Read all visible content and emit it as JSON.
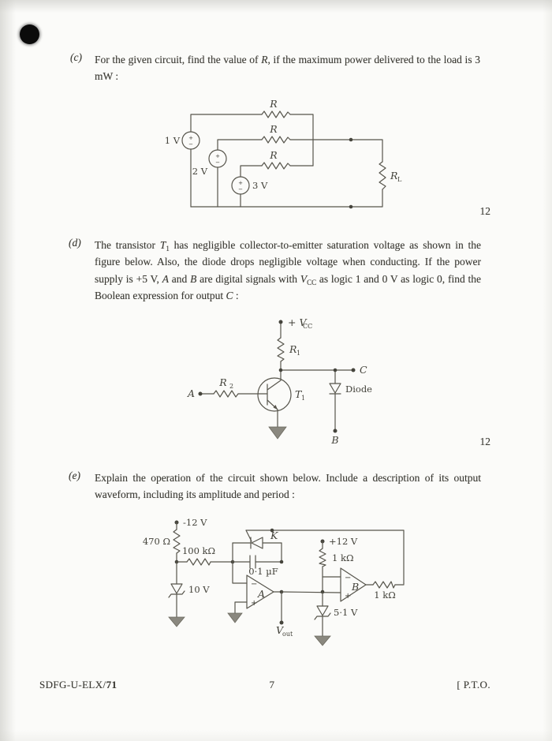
{
  "questions": {
    "c": {
      "label": "(c)",
      "marks": "12",
      "parts": [
        "For the given circuit, find the value of ",
        "R",
        ", if the maximum power delivered to the load is 3 mW :"
      ]
    },
    "d": {
      "label": "(d)",
      "marks": "12",
      "p0": "The transistor ",
      "p1": "T",
      "p1sub": "1",
      "p2": " has negligible collector-to-emitter saturation voltage as shown in the figure below. Also, the diode drops negligible voltage when conducting. If the power supply is +5 V, ",
      "p3": "A",
      "p4": " and ",
      "p5": "B",
      "p6": " are digital signals with ",
      "p7": "V",
      "p7sub": "CC",
      "p8": " as logic 1 and 0 V as logic 0, find the Boolean expression for output ",
      "p9": "C",
      "p10": " :"
    },
    "e": {
      "label": "(e)",
      "text": "Explain the operation of the circuit shown below. Include a description of its output waveform, including its amplitude and period :"
    }
  },
  "circuit_c": {
    "r1": "R",
    "r2": "R",
    "r3": "R",
    "v1": "1 V",
    "v2": "2 V",
    "v3": "3 V",
    "rl": "R",
    "rl_sub": "L",
    "src_plus": "+",
    "src_minus": "−"
  },
  "circuit_d": {
    "vcc": "+ V",
    "vcc_sub": "CC",
    "r1": "R",
    "r1_sub": "1",
    "r2": "R",
    "r2_sub": "2",
    "t1": "T",
    "t1_sub": "1",
    "a": "A",
    "b": "B",
    "c": "C",
    "diode": "Diode"
  },
  "circuit_e": {
    "vneg": "-12 V",
    "r470": "470 Ω",
    "r100k": "100 kΩ",
    "z10": "10 V",
    "k": "K",
    "cap": "0·1 µF",
    "amp_a": "A",
    "amp_b": "B",
    "inv": "−",
    "noninv": "+",
    "vout": "V",
    "vout_sub": "out",
    "v12": "+12 V",
    "r1k_a": "1 kΩ",
    "z51": "5·1 V",
    "r1k_b": "1 kΩ"
  },
  "footer": {
    "left": "SDFG-U-ELX/",
    "left_bold": "71",
    "page": "7",
    "right": "[ P.T.O."
  }
}
